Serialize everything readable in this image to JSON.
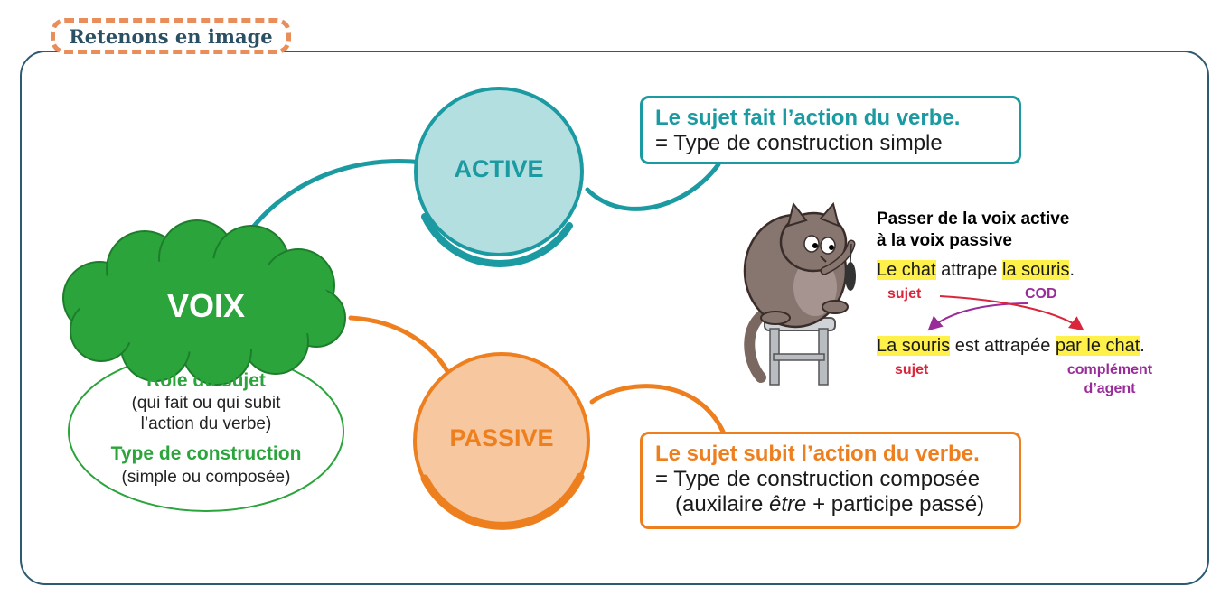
{
  "tag": "Retenons en image",
  "voix": {
    "label": "VOIX",
    "role_title": "Rôle du sujet",
    "role_desc_1": "(qui fait ou qui subit",
    "role_desc_2": "l’action du verbe)",
    "type_title": "Type de construction",
    "type_desc": "(simple ou composée)"
  },
  "active": {
    "label": "ACTIVE",
    "head": "Le sujet fait l’action du verbe.",
    "line": "= Type de construction simple"
  },
  "passive": {
    "label": "PASSIVE",
    "head": "Le sujet subit l’action du verbe.",
    "line1": "= Type de construction composée",
    "line2_a": "(auxilaire ",
    "line2_b": "être",
    "line2_c": " + participe passé)"
  },
  "example": {
    "title1": "Passer de la voix active",
    "title2": "à la voix passive",
    "s1_subject": "Le chat",
    "s1_verb": " attrape ",
    "s1_cod": "la souris",
    "s1_end": ".",
    "lbl_sujet1": "sujet",
    "lbl_cod": "COD",
    "s2_subject": "La souris",
    "s2_verb": " est attrapée ",
    "s2_agent": "par le chat",
    "s2_end": ".",
    "lbl_sujet2": "sujet",
    "lbl_agent1": "complément",
    "lbl_agent2": "d’agent"
  },
  "colors": {
    "teal": "#1b9aa2",
    "orange": "#ee7f1f",
    "green": "#2aa43b",
    "red": "#d9263b",
    "purple": "#9a2c9a",
    "highlight": "#fff04a"
  }
}
